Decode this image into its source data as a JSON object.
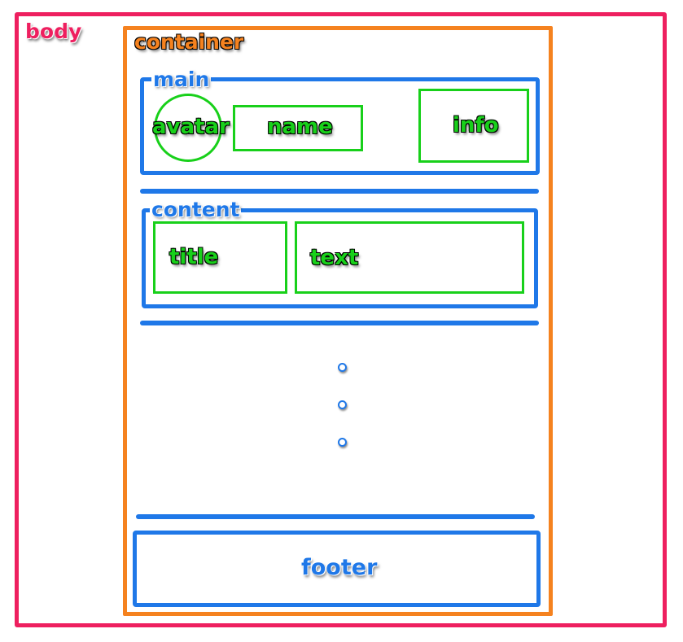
{
  "labels": {
    "body": "body",
    "container": "container",
    "main": "main",
    "avatar": "avatar",
    "name": "name",
    "info": "info",
    "content": "content",
    "title": "title",
    "text": "text",
    "footer": "footer"
  },
  "colors": {
    "body": "#ee1f5f",
    "container": "#f5821f",
    "section": "#1f78e8",
    "element": "#18d01a"
  },
  "ellipsis": {
    "dot_count": 3,
    "orientation": "vertical"
  }
}
